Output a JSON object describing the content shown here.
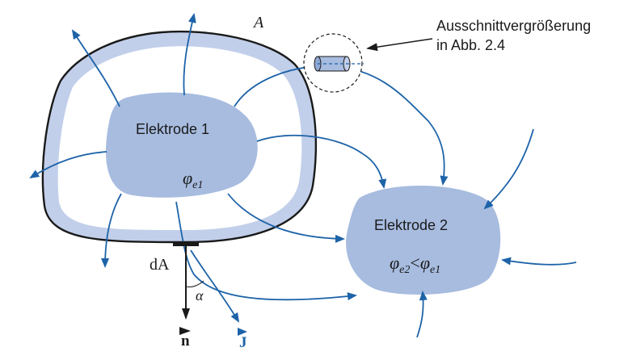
{
  "labels": {
    "surface": "A",
    "zoom_note_line1": "Ausschnittvergrößerung",
    "zoom_note_line2": "in Abb. 2.4",
    "electrode1_name": "Elektrode 1",
    "electrode1_phi": "φ",
    "electrode1_phi_sub": "e1",
    "electrode2_name": "Elektrode 2",
    "electrode2_phi_a": "φ",
    "electrode2_phi_a_sub": "e2",
    "electrode2_lt": "<",
    "electrode2_phi_b": "φ",
    "electrode2_phi_b_sub": "e1",
    "dA": "dA",
    "alpha": "α",
    "normal": "n",
    "current_density": "J"
  },
  "colors": {
    "electrode_fill": "#a7bcdf",
    "shell_fill": "#c2cfea",
    "field_line": "#1d63a8",
    "outline": "#1a1a1a"
  }
}
